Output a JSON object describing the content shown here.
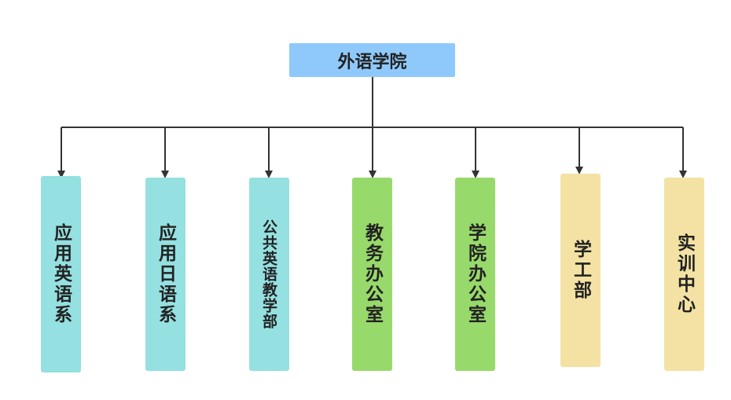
{
  "root": {
    "label": "外语学院",
    "color": "#8fc9fb"
  },
  "children": [
    {
      "label": "应用英语系",
      "color": "#95e0e0"
    },
    {
      "label": "应用日语系",
      "color": "#95e0e0"
    },
    {
      "label": "公共英语教学部",
      "color": "#95e0e0"
    },
    {
      "label": "教务办公室",
      "color": "#98d96b"
    },
    {
      "label": "学院办公室",
      "color": "#98d96b"
    },
    {
      "label": "学工部",
      "color": "#f3e2a3"
    },
    {
      "label": "实训中心",
      "color": "#f3e2a3"
    }
  ]
}
